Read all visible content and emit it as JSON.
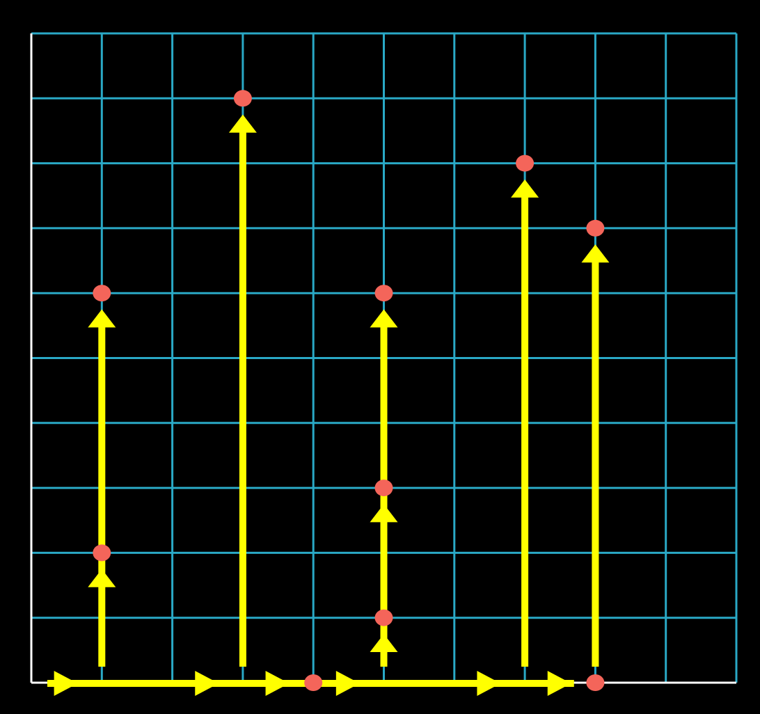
{
  "colors": {
    "background": "#000000",
    "grid": "#2aa9c6",
    "axis": "#ffffff",
    "arrow": "#ffff00",
    "point": "#f4655a"
  },
  "grid": {
    "columns": 10,
    "rows": 10
  },
  "horizontal_arrow_heads_at_x": [
    0.5,
    2.5,
    3.5,
    4.5,
    6.5,
    7.5
  ],
  "vertical_paths": [
    {
      "x": 1,
      "arrow_heads_at": [
        1.6,
        5.6
      ],
      "points": [
        2,
        6
      ]
    },
    {
      "x": 3,
      "arrow_heads_at": [
        8.6
      ],
      "points": [
        9
      ]
    },
    {
      "x": 5,
      "arrow_heads_at": [
        0.6,
        2.6,
        5.6
      ],
      "points": [
        1,
        3,
        6
      ]
    },
    {
      "x": 7,
      "arrow_heads_at": [
        7.6
      ],
      "points": [
        8
      ]
    },
    {
      "x": 8,
      "arrow_heads_at": [
        6.6
      ],
      "points": [
        7
      ]
    }
  ],
  "baseline_points_x": [
    4,
    8
  ]
}
